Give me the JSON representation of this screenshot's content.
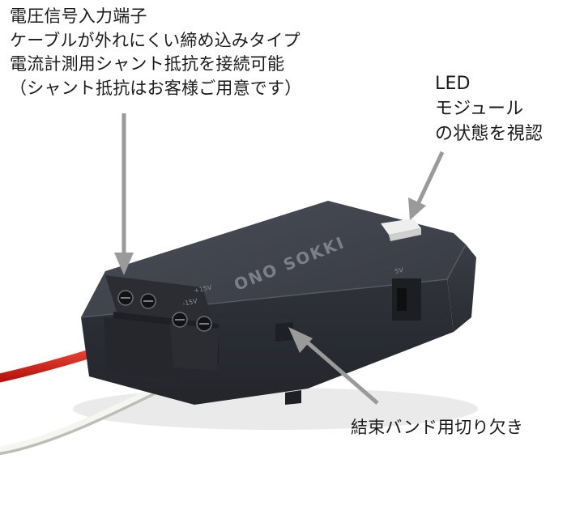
{
  "annotations": {
    "voltage_terminal": {
      "lines": [
        "電圧信号入力端子",
        "ケーブルが外れにくい締め込みタイプ",
        "電流計測用シャント抵抗を接続可能",
        "（シャント抵抗はお客様ご用意です）"
      ]
    },
    "led_module": {
      "lines": [
        "LED",
        "モジュール",
        "の状態を視認"
      ]
    },
    "cable_tie_notch": {
      "text": "結束バンド用切り欠き"
    }
  },
  "device": {
    "brand_logo": "ONO SOKKI",
    "terminal_marking_1": "+15V",
    "terminal_marking_2": "-15V",
    "side_marking": "5V"
  },
  "colors": {
    "body": "#3a3d46",
    "arrow": "#9a9a9a",
    "wire_red": "#d8221a",
    "wire_white": "#f2f2ee"
  }
}
